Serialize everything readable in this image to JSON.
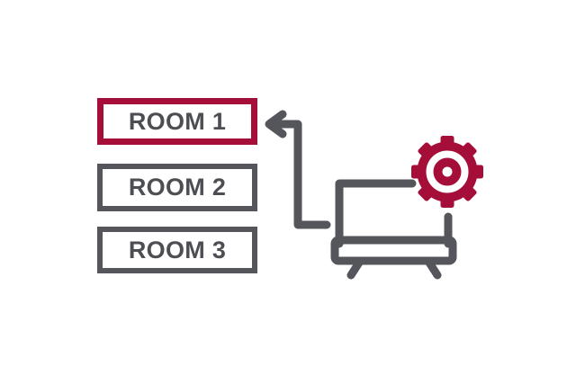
{
  "illustration": {
    "title": "Room selection with display settings",
    "background_color": "#FFFFFF",
    "palette": {
      "accent_red": "#A50E38",
      "dark_gray": "#55565B",
      "text_gray": "#4D4E53",
      "white": "#FFFFFF"
    }
  },
  "rooms": {
    "list_label": "Room list",
    "items": [
      {
        "label": "ROOM 1",
        "state": "selected",
        "border_color": "#A50E38"
      },
      {
        "label": "ROOM 2",
        "state": "unselected",
        "border_color": "#55565B"
      },
      {
        "label": "ROOM 3",
        "state": "unselected",
        "border_color": "#55565B"
      }
    ]
  },
  "connector": {
    "icon_name": "elbow-arrow-left-icon",
    "direction": "left",
    "color": "#55565B",
    "description": "Arrow pointing from the display to ROOM 1"
  },
  "device": {
    "icon_name": "television-icon",
    "color": "#55565B",
    "label": "Display"
  },
  "settings": {
    "icon_name": "gear-icon",
    "color": "#A50E38",
    "label": "Settings"
  }
}
